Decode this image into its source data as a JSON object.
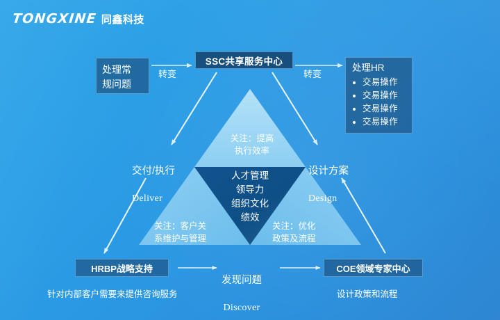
{
  "brand": {
    "mark": "TONGXINE",
    "cn": "同鑫科技"
  },
  "nodes": {
    "routine_box": "处理常\n规问题",
    "ssc_header": "SSC共享服务中心",
    "hr_box": {
      "title": "处理HR",
      "items": [
        "交易操作",
        "交易操作",
        "交易操作",
        "交易操作"
      ]
    },
    "hrbp_box": "HRBP战略支持",
    "coe_box": "COE领域专家中心"
  },
  "connectors": {
    "transform_left": "转变",
    "transform_right": "转变"
  },
  "corners": {
    "deliver": {
      "cn": "交付/执行",
      "en": "Deliver"
    },
    "design": {
      "cn": "设计方案",
      "en": "Design"
    },
    "discover": {
      "cn": "发现问题",
      "en": "Discover"
    }
  },
  "triangle": {
    "focus_top": "关注：提高\n执行效率",
    "focus_bottom_left": "关注：客户关\n系维护与管理",
    "focus_bottom_right": "关注：优化\n政策及流程",
    "core": "人才管理\n领导力\n组织文化\n绩效"
  },
  "captions": {
    "left": "针对内部客户需要来提供咨询服务",
    "right": "设计政策和流程"
  },
  "colors": {
    "background_blue": "#2b9ae6",
    "triangle_light": "#9ed6f5",
    "triangle_mid": "#74c4ef",
    "triangle_core_dark": "#14548c",
    "panel_fill": "#1d5686",
    "text_white": "#ffffff",
    "arrow_white": "#d8f0ff"
  }
}
